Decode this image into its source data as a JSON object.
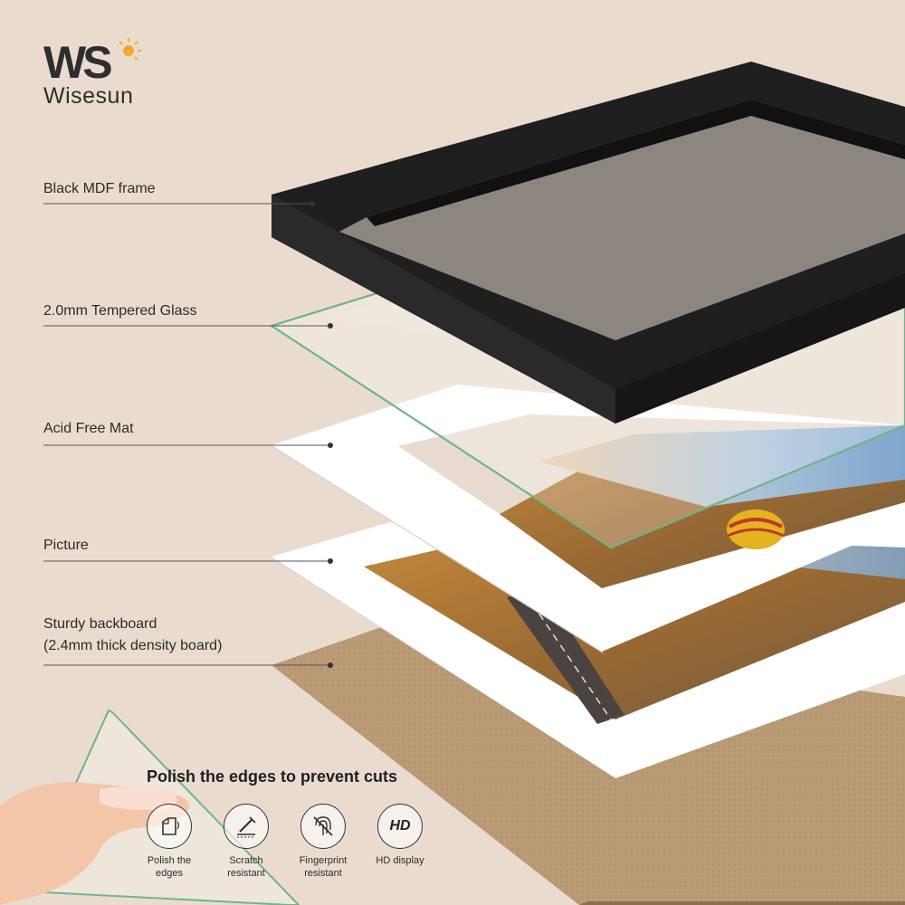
{
  "brand": {
    "logo_letters": "WS",
    "name": "Wisesun"
  },
  "layers": [
    {
      "label": "Black MDF frame"
    },
    {
      "label": "2.0mm Tempered Glass"
    },
    {
      "label": "Acid Free Mat"
    },
    {
      "label": "Picture"
    },
    {
      "label": "Sturdy backboard",
      "label_line2": "(2.4mm thick density board)"
    }
  ],
  "edge_callout": {
    "title": "Polish the edges to prevent cuts",
    "features": [
      {
        "icon": "polish-edge-icon",
        "label": "Polish the\nedges"
      },
      {
        "icon": "scratch-resistant-icon",
        "label": "Scratch\nresistant"
      },
      {
        "icon": "fingerprint-icon",
        "label": "Fingerprint\nresistant"
      },
      {
        "icon": "hd-icon",
        "label": "HD display",
        "badge": "HD"
      }
    ]
  },
  "colors": {
    "background": "#e9dccf",
    "frame": "#1f1f1f",
    "glass_edge": "#6fb48a",
    "mat": "#ffffff",
    "backboard": "#b89670",
    "logo_sun": "#f2a92a"
  }
}
